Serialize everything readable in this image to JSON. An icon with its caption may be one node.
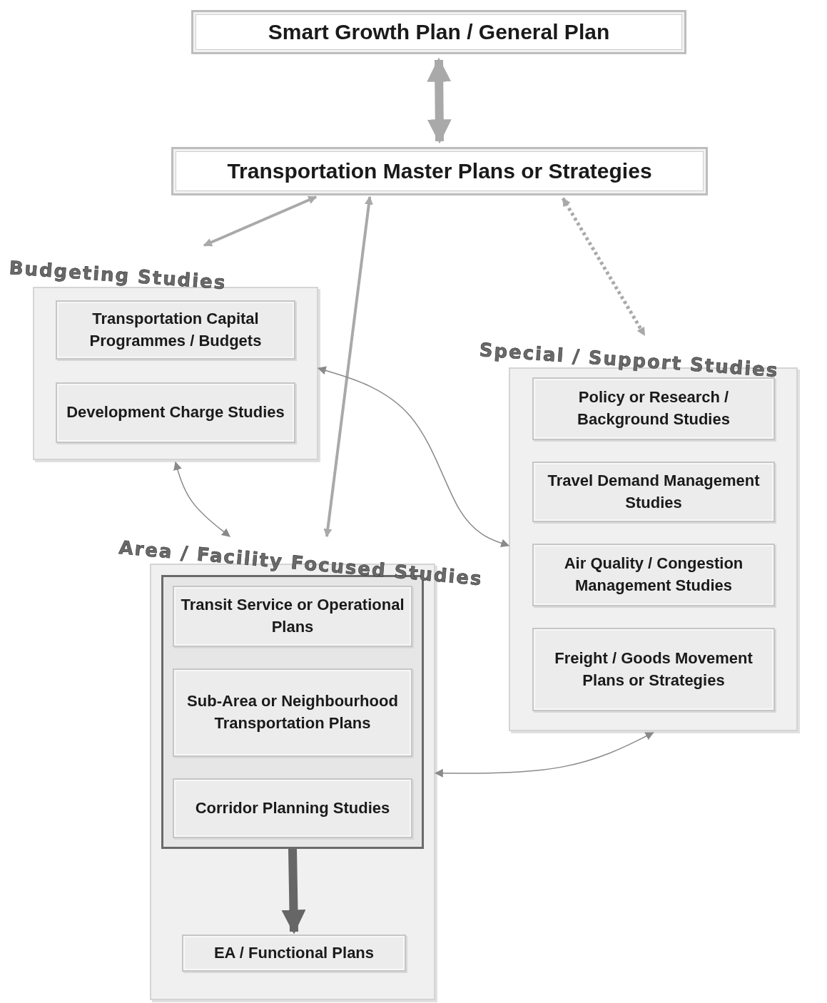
{
  "diagram": {
    "nodes": [
      {
        "text": [
          "Smart Growth Plan / General Plan"
        ]
      },
      {
        "text": [
          "Transportation Master Plans or Strategies"
        ]
      },
      {
        "text": [
          "Budgeting Studies"
        ]
      },
      {
        "text": [
          "Transportation Capital Programmes / Budgets"
        ],
        "in": 2
      },
      {
        "text": [
          "Development Charge Studies"
        ],
        "in": 2
      },
      {
        "text": [
          "Special / Support Studies"
        ]
      },
      {
        "text": [
          "Policy or Research / Background Studies"
        ],
        "in": 5
      },
      {
        "text": [
          "Travel Demand Management Studies"
        ],
        "in": 5
      },
      {
        "text": [
          "Air Quality / Congestion Management Studies"
        ],
        "in": 5
      },
      {
        "text": [
          "Freight / Goods Movement Plans or Strategies"
        ],
        "in": 5
      },
      {
        "text": [
          "Area / Facility Focused Studies"
        ]
      },
      {
        "text": [],
        "shape": "box",
        "in": 10
      },
      {
        "text": [
          "Transit Service or Operational Plans"
        ],
        "in": 11
      },
      {
        "text": [
          "Sub-Area or Neighbourhood Transportation Plans"
        ],
        "in": 11
      },
      {
        "text": [
          "Corridor Planning Studies"
        ],
        "in": 11
      },
      {
        "text": [
          "EA / Functional Plans"
        ],
        "in": 10
      }
    ],
    "edges": [
      {
        "from": 0,
        "to": 1,
        "arrow": "both",
        "style": "thick"
      },
      {
        "from": 1,
        "to": 2,
        "arrow": "both"
      },
      {
        "from": 1,
        "to": 10,
        "arrow": "both"
      },
      {
        "from": 1,
        "to": 5,
        "arrow": "both",
        "style": "dashed"
      },
      {
        "from": 2,
        "to": 10,
        "arrow": "both"
      },
      {
        "from": 2,
        "to": 5,
        "arrow": "both"
      },
      {
        "from": 10,
        "to": 5,
        "arrow": "both"
      },
      {
        "from": 11,
        "to": 15,
        "arrow": "to",
        "style": "thick",
        "color": "#666666"
      }
    ]
  }
}
